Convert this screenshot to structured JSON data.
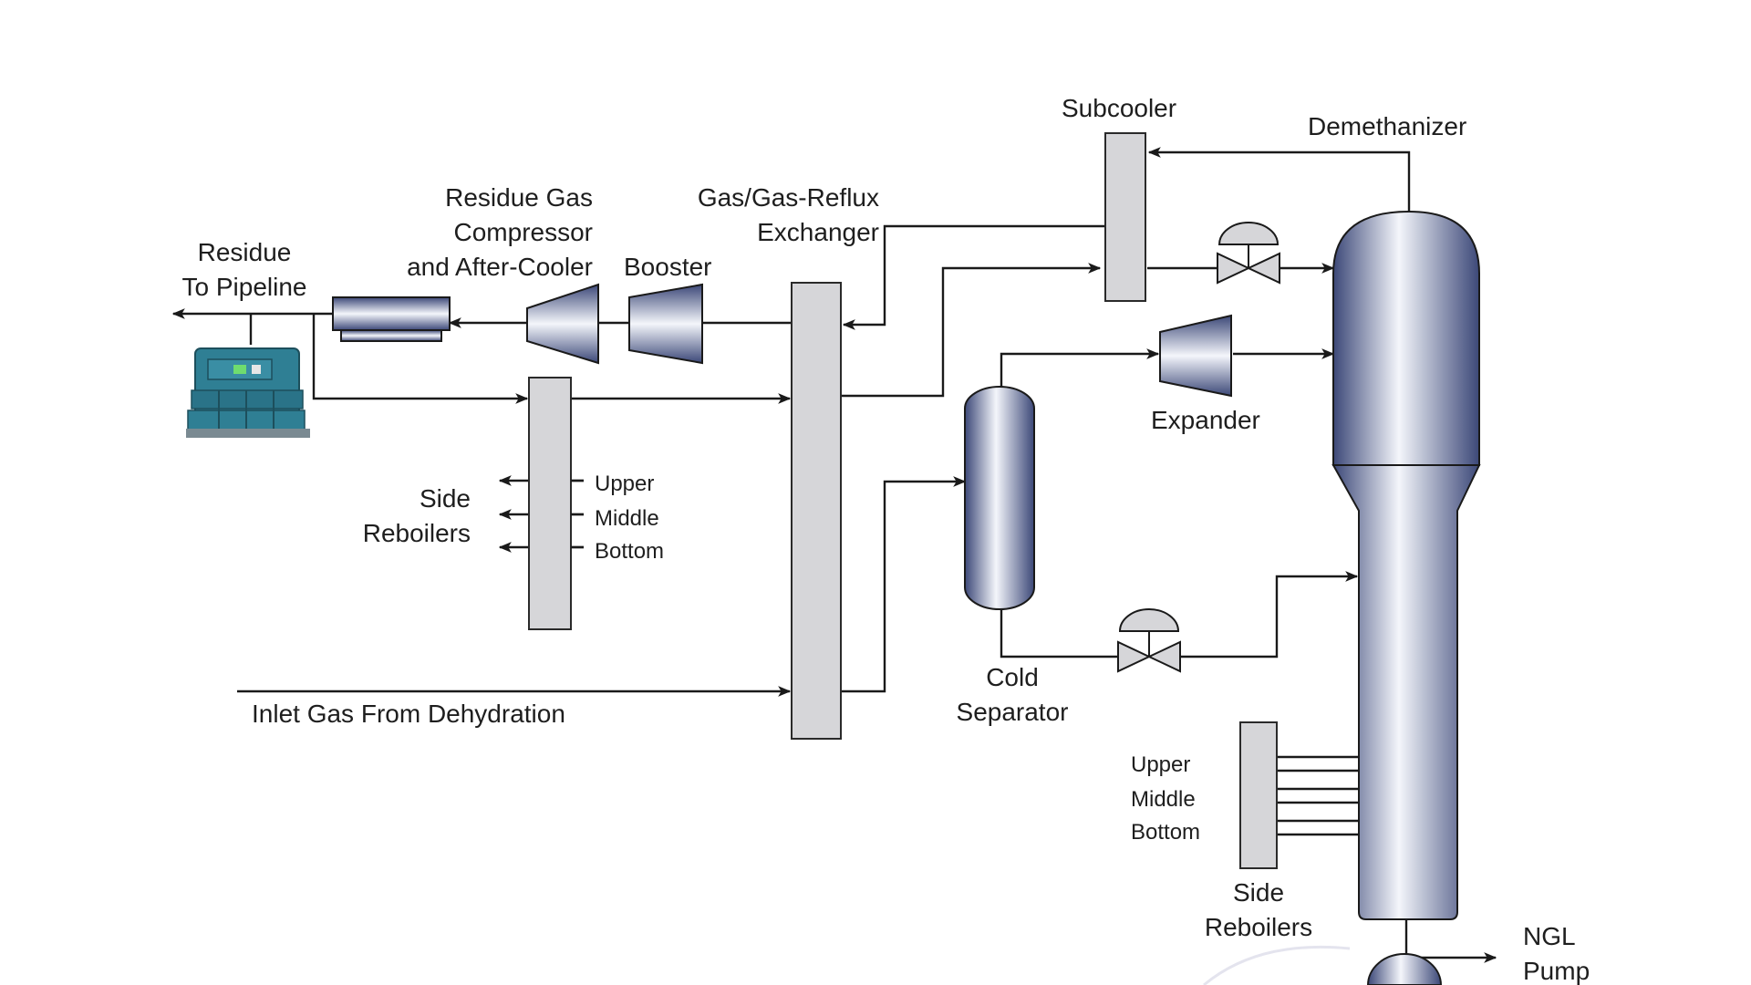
{
  "labels": {
    "subcooler": "Subcooler",
    "demethanizer": "Demethanizer",
    "residue_gas_compressor": [
      "Residue Gas",
      "Compressor",
      "and After-Cooler"
    ],
    "gas_gas_reflux_exchanger": [
      "Gas/Gas-Reflux",
      "Exchanger"
    ],
    "booster": "Booster",
    "residue_to_pipeline": [
      "Residue",
      "To Pipeline"
    ],
    "side_reboilers_left": [
      "Side",
      "Reboilers"
    ],
    "side_reboilers_left_levels": [
      "Upper",
      "Middle",
      "Bottom"
    ],
    "expander": "Expander",
    "cold_separator": [
      "Cold",
      "Separator"
    ],
    "inlet_gas": "Inlet Gas From Dehydration",
    "side_reboilers_right_levels": [
      "Upper",
      "Middle",
      "Bottom"
    ],
    "side_reboilers_right": [
      "Side",
      "Reboilers"
    ],
    "ngl_pump": [
      "NGL",
      "Pump"
    ]
  },
  "colors": {
    "vessel_dark": "#3c4878",
    "vessel_light": "#f4f6fb",
    "exchanger_fill": "#d6d6d9",
    "line": "#1a1a1a",
    "compressor_unit": "#2f7f94"
  }
}
